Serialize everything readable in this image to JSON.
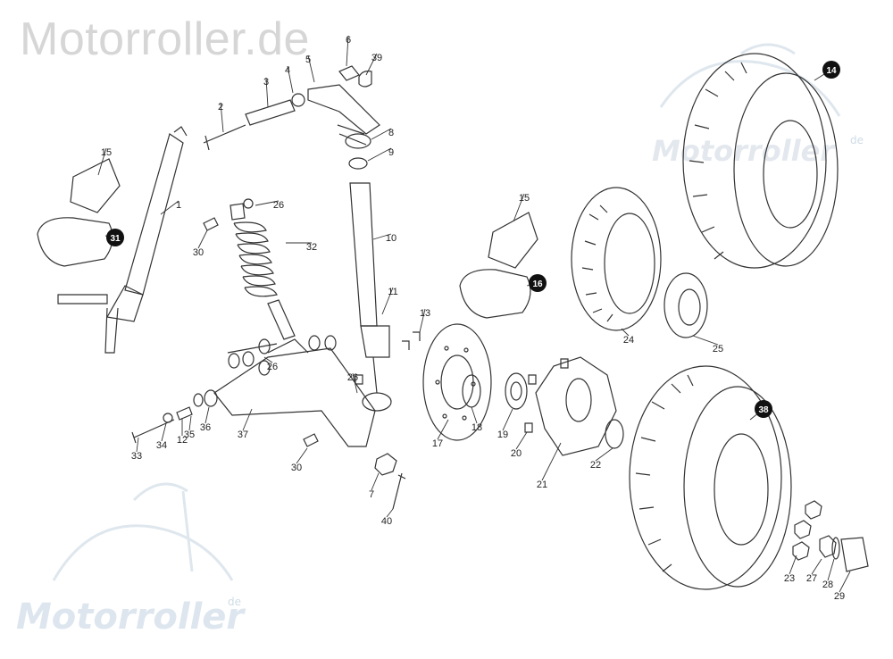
{
  "watermark": {
    "title": "Motorroller.de",
    "logo_text": "Motorroller",
    "logo_sup": "de"
  },
  "colors": {
    "line": "#333333",
    "watermark": "#d6d6d6",
    "badge": "#111111"
  },
  "callouts": [
    {
      "label": "1"
    },
    {
      "label": "2"
    },
    {
      "label": "3"
    },
    {
      "label": "4"
    },
    {
      "label": "5"
    },
    {
      "label": "6"
    },
    {
      "label": "39"
    },
    {
      "label": "8"
    },
    {
      "label": "9"
    },
    {
      "label": "10"
    },
    {
      "label": "11"
    },
    {
      "label": "13"
    },
    {
      "label": "15"
    },
    {
      "label": "15"
    },
    {
      "label": "26"
    },
    {
      "label": "26"
    },
    {
      "label": "26"
    },
    {
      "label": "30"
    },
    {
      "label": "30"
    },
    {
      "label": "32"
    },
    {
      "label": "33"
    },
    {
      "label": "34"
    },
    {
      "label": "12"
    },
    {
      "label": "35"
    },
    {
      "label": "36"
    },
    {
      "label": "37"
    },
    {
      "label": "7"
    },
    {
      "label": "40"
    },
    {
      "label": "17"
    },
    {
      "label": "18"
    },
    {
      "label": "19"
    },
    {
      "label": "20"
    },
    {
      "label": "21"
    },
    {
      "label": "22"
    },
    {
      "label": "24"
    },
    {
      "label": "25"
    },
    {
      "label": "23"
    },
    {
      "label": "27"
    },
    {
      "label": "28"
    },
    {
      "label": "29"
    }
  ],
  "badges": [
    {
      "label": "31"
    },
    {
      "label": "16"
    },
    {
      "label": "14"
    },
    {
      "label": "38"
    }
  ]
}
